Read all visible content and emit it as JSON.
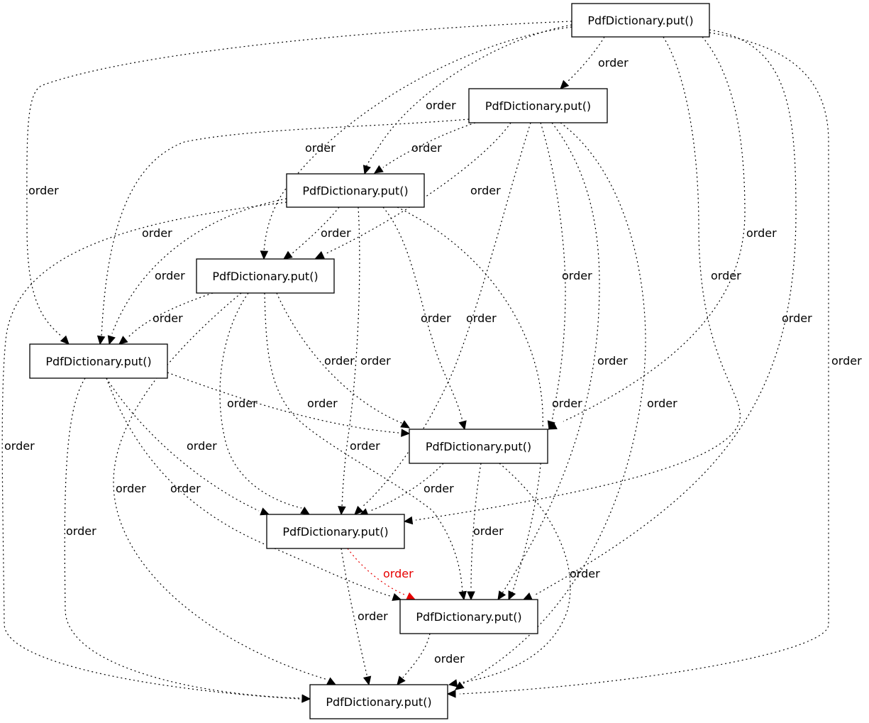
{
  "graph": {
    "colors": {
      "default": "#000000",
      "highlight": "#e60000"
    },
    "nodes": [
      {
        "id": "n0",
        "label": "PdfDictionary.put()"
      },
      {
        "id": "n1",
        "label": "PdfDictionary.put()"
      },
      {
        "id": "n2",
        "label": "PdfDictionary.put()"
      },
      {
        "id": "n3",
        "label": "PdfDictionary.put()"
      },
      {
        "id": "n4",
        "label": "PdfDictionary.put()"
      },
      {
        "id": "n5",
        "label": "PdfDictionary.put()"
      },
      {
        "id": "n6",
        "label": "PdfDictionary.put()"
      },
      {
        "id": "n7",
        "label": "PdfDictionary.put()"
      },
      {
        "id": "n8",
        "label": "PdfDictionary.put()"
      }
    ],
    "edges": [
      {
        "from": "n0",
        "to": "n1",
        "label": "order"
      },
      {
        "from": "n0",
        "to": "n2",
        "label": "order"
      },
      {
        "from": "n0",
        "to": "n3",
        "label": "order"
      },
      {
        "from": "n0",
        "to": "n4",
        "label": "order"
      },
      {
        "from": "n0",
        "to": "n5",
        "label": "order"
      },
      {
        "from": "n0",
        "to": "n6",
        "label": "order"
      },
      {
        "from": "n0",
        "to": "n7",
        "label": "order"
      },
      {
        "from": "n0",
        "to": "n8",
        "label": "order"
      },
      {
        "from": "n1",
        "to": "n2",
        "label": "order"
      },
      {
        "from": "n1",
        "to": "n3",
        "label": "order"
      },
      {
        "from": "n1",
        "to": "n4",
        "label": "order"
      },
      {
        "from": "n1",
        "to": "n5",
        "label": "order"
      },
      {
        "from": "n1",
        "to": "n6",
        "label": "order"
      },
      {
        "from": "n1",
        "to": "n7",
        "label": "order"
      },
      {
        "from": "n1",
        "to": "n8",
        "label": "order"
      },
      {
        "from": "n2",
        "to": "n3",
        "label": "order"
      },
      {
        "from": "n2",
        "to": "n4",
        "label": "order"
      },
      {
        "from": "n2",
        "to": "n5",
        "label": "order"
      },
      {
        "from": "n2",
        "to": "n6",
        "label": "order"
      },
      {
        "from": "n2",
        "to": "n7",
        "label": "order"
      },
      {
        "from": "n2",
        "to": "n8",
        "label": "order"
      },
      {
        "from": "n3",
        "to": "n4",
        "label": "order"
      },
      {
        "from": "n3",
        "to": "n5",
        "label": "order"
      },
      {
        "from": "n3",
        "to": "n6",
        "label": "order"
      },
      {
        "from": "n3",
        "to": "n7",
        "label": "order"
      },
      {
        "from": "n3",
        "to": "n8",
        "label": "order"
      },
      {
        "from": "n4",
        "to": "n5",
        "label": "order"
      },
      {
        "from": "n4",
        "to": "n6",
        "label": "order"
      },
      {
        "from": "n4",
        "to": "n7",
        "label": "order"
      },
      {
        "from": "n4",
        "to": "n8",
        "label": "order"
      },
      {
        "from": "n5",
        "to": "n6",
        "label": "order"
      },
      {
        "from": "n5",
        "to": "n7",
        "label": "order"
      },
      {
        "from": "n5",
        "to": "n8",
        "label": "order"
      },
      {
        "from": "n6",
        "to": "n7",
        "label": "order",
        "highlight": true
      },
      {
        "from": "n6",
        "to": "n8",
        "label": "order"
      },
      {
        "from": "n7",
        "to": "n8",
        "label": "order"
      }
    ]
  }
}
